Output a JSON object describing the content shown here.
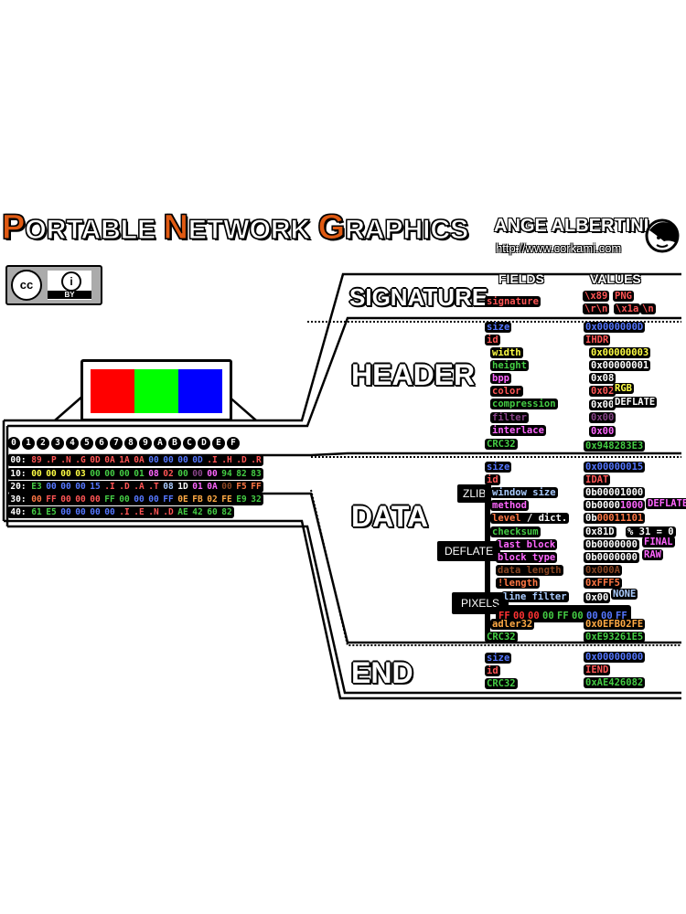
{
  "title": {
    "p1": "P",
    "p2": "ORTABLE ",
    "p3": "N",
    "p4": "ETWORK ",
    "p5": "G",
    "p6": "RAPHICS"
  },
  "author": {
    "name": "ANGE ALBERTINI",
    "url": "http://www.corkami.com"
  },
  "license": {
    "cc": "cc",
    "by": "BY",
    "person": "i"
  },
  "colors": {
    "accent": "#e05a12",
    "red": "#ff0000",
    "green": "#00ff00",
    "blue": "#0000ff"
  },
  "columns": {
    "fields": "FIELDS",
    "values": "VALUES"
  },
  "sections": {
    "signature": "SIGNATURE",
    "header": "HEADER",
    "data": "DATA",
    "end": "END"
  },
  "boxes": {
    "zlib": "ZLIB",
    "deflate": "DEFLATE",
    "pixels": "PIXELS"
  },
  "hex_header": [
    "0",
    "1",
    "2",
    "3",
    "4",
    "5",
    "6",
    "7",
    "8",
    "9",
    "A",
    "B",
    "C",
    "D",
    "E",
    "F"
  ],
  "hex_rows": [
    {
      "addr": "00:",
      "bytes": [
        "89",
        ".P",
        ".N",
        ".G",
        "0D",
        "0A",
        "1A",
        "0A",
        "00",
        "00",
        "00",
        "0D",
        ".I",
        ".H",
        ".D",
        ".R"
      ]
    },
    {
      "addr": "10:",
      "bytes": [
        "00",
        "00",
        "00",
        "03",
        "00",
        "00",
        "00",
        "01",
        "08",
        "02",
        "00",
        "00",
        "00",
        "94",
        "82",
        "83"
      ]
    },
    {
      "addr": "20:",
      "bytes": [
        "E3",
        "00",
        "00",
        "00",
        "15",
        ".I",
        ".D",
        ".A",
        ".T",
        "08",
        "1D",
        "01",
        "0A",
        "00",
        "F5",
        "FF"
      ]
    },
    {
      "addr": "30:",
      "bytes": [
        "00",
        "FF",
        "00",
        "00",
        "00",
        "FF",
        "00",
        "00",
        "00",
        "FF",
        "0E",
        "FB",
        "02",
        "FE",
        "E9",
        "32"
      ]
    },
    {
      "addr": "40:",
      "bytes": [
        "61",
        "E5",
        "00",
        "00",
        "00",
        "00",
        ".I",
        ".E",
        ".N",
        ".D",
        "AE",
        "42",
        "60",
        "82"
      ]
    }
  ],
  "signature": {
    "field": "signature",
    "values": [
      "\\x89",
      "PNG",
      "\\r\\n",
      "\\x1a",
      "\\n"
    ]
  },
  "header": {
    "size_label": "size",
    "size_value": "0x0000000D",
    "id_label": "id",
    "id_value": "IHDR",
    "fields": [
      {
        "label": "width",
        "value": "0x00000003"
      },
      {
        "label": "height",
        "value": "0x00000001"
      },
      {
        "label": "bpp",
        "value": "0x08"
      },
      {
        "label": "color",
        "value": "0x02",
        "note": "RGB"
      },
      {
        "label": "compression",
        "value": "0x00",
        "note": "DEFLATE"
      },
      {
        "label": "filter",
        "value": "0x00"
      },
      {
        "label": "interlace",
        "value": "0x00"
      }
    ],
    "crc_label": "CRC32",
    "crc_value": "0x948283E3"
  },
  "data": {
    "size_label": "size",
    "size_value": "0x00000015",
    "id_label": "id",
    "id_value": "IDAT",
    "window_size": {
      "label": "window size",
      "value_a": "0b0000",
      "value_b": "1000"
    },
    "method": {
      "label": "method",
      "value_a": "0b0000",
      "value_b": "1000",
      "note": "DEFLATE"
    },
    "level": {
      "label_a": "level",
      "sep": "/",
      "label_b": "dict.",
      "value_a": "0b",
      "value_b": "00011101"
    },
    "checksum": {
      "label": "checksum",
      "value": "0x81D",
      "op": "% 31 = 0"
    },
    "last_block": {
      "label": "last block",
      "value": "0b0000000",
      "note": "FINAL"
    },
    "block_type": {
      "label": "block type",
      "value": "0b0000000",
      "note": "RAW"
    },
    "data_length": {
      "label": "data length",
      "value": "0x000A"
    },
    "nlength": {
      "label": "!length",
      "value": "0xFFF5"
    },
    "line_filter": {
      "label": "line filter",
      "value": "0x00",
      "note": "NONE"
    },
    "pixels": [
      "FF",
      "00",
      "00",
      "00",
      "FF",
      "00",
      "00",
      "00",
      "FF"
    ],
    "adler": {
      "label": "adler32",
      "value": "0x0EFB02FE"
    },
    "crc_label": "CRC32",
    "crc_value": "0xE93261E5"
  },
  "end": {
    "size_label": "size",
    "size_value": "0x00000000",
    "id_label": "id",
    "id_value": "IEND",
    "crc_label": "CRC32",
    "crc_value": "0xAE426082"
  }
}
